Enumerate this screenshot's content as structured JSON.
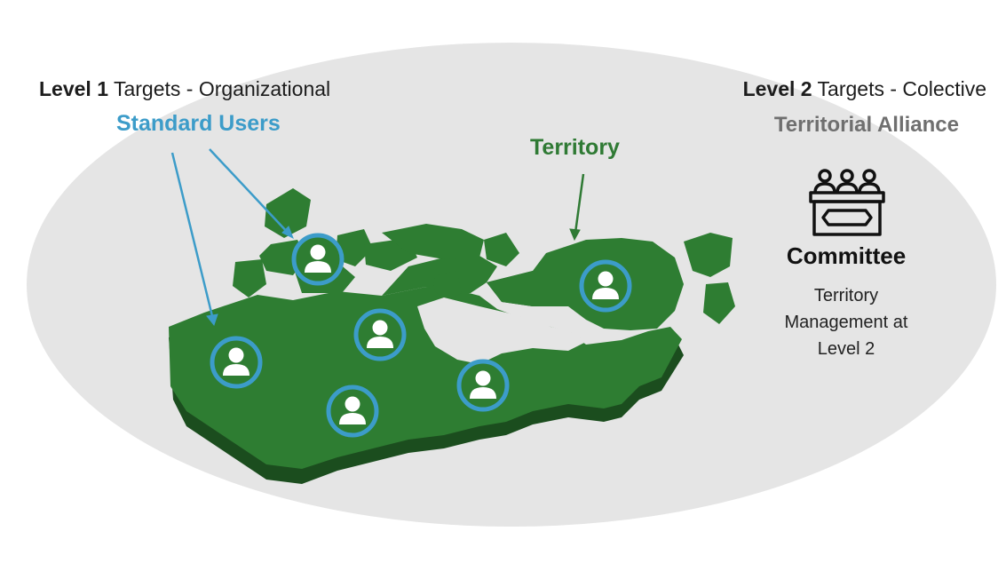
{
  "level1": {
    "bold": "Level 1",
    "rest": " Targets - Organizational"
  },
  "level2": {
    "bold": "Level 2",
    "rest": " Targets - Colective"
  },
  "standard_users": "Standard Users",
  "territorial_alliance": "Territorial Alliance",
  "territory": "Territory",
  "committee": {
    "title": "Committee",
    "lines": [
      "Territory",
      "Management at",
      "Level 2"
    ],
    "icon": "committee-podium-icon"
  },
  "colors": {
    "background_ellipse": "#e5e5e5",
    "map_green": "#2e7d32",
    "map_dark": "#1b4d1e",
    "user_ring": "#3c9cc9",
    "territory_label": "#2f7a34",
    "alliance_label": "#6f6f6f"
  },
  "map_icon": "canada-3d-map",
  "user_marker_icon": "user-avatar-icon"
}
